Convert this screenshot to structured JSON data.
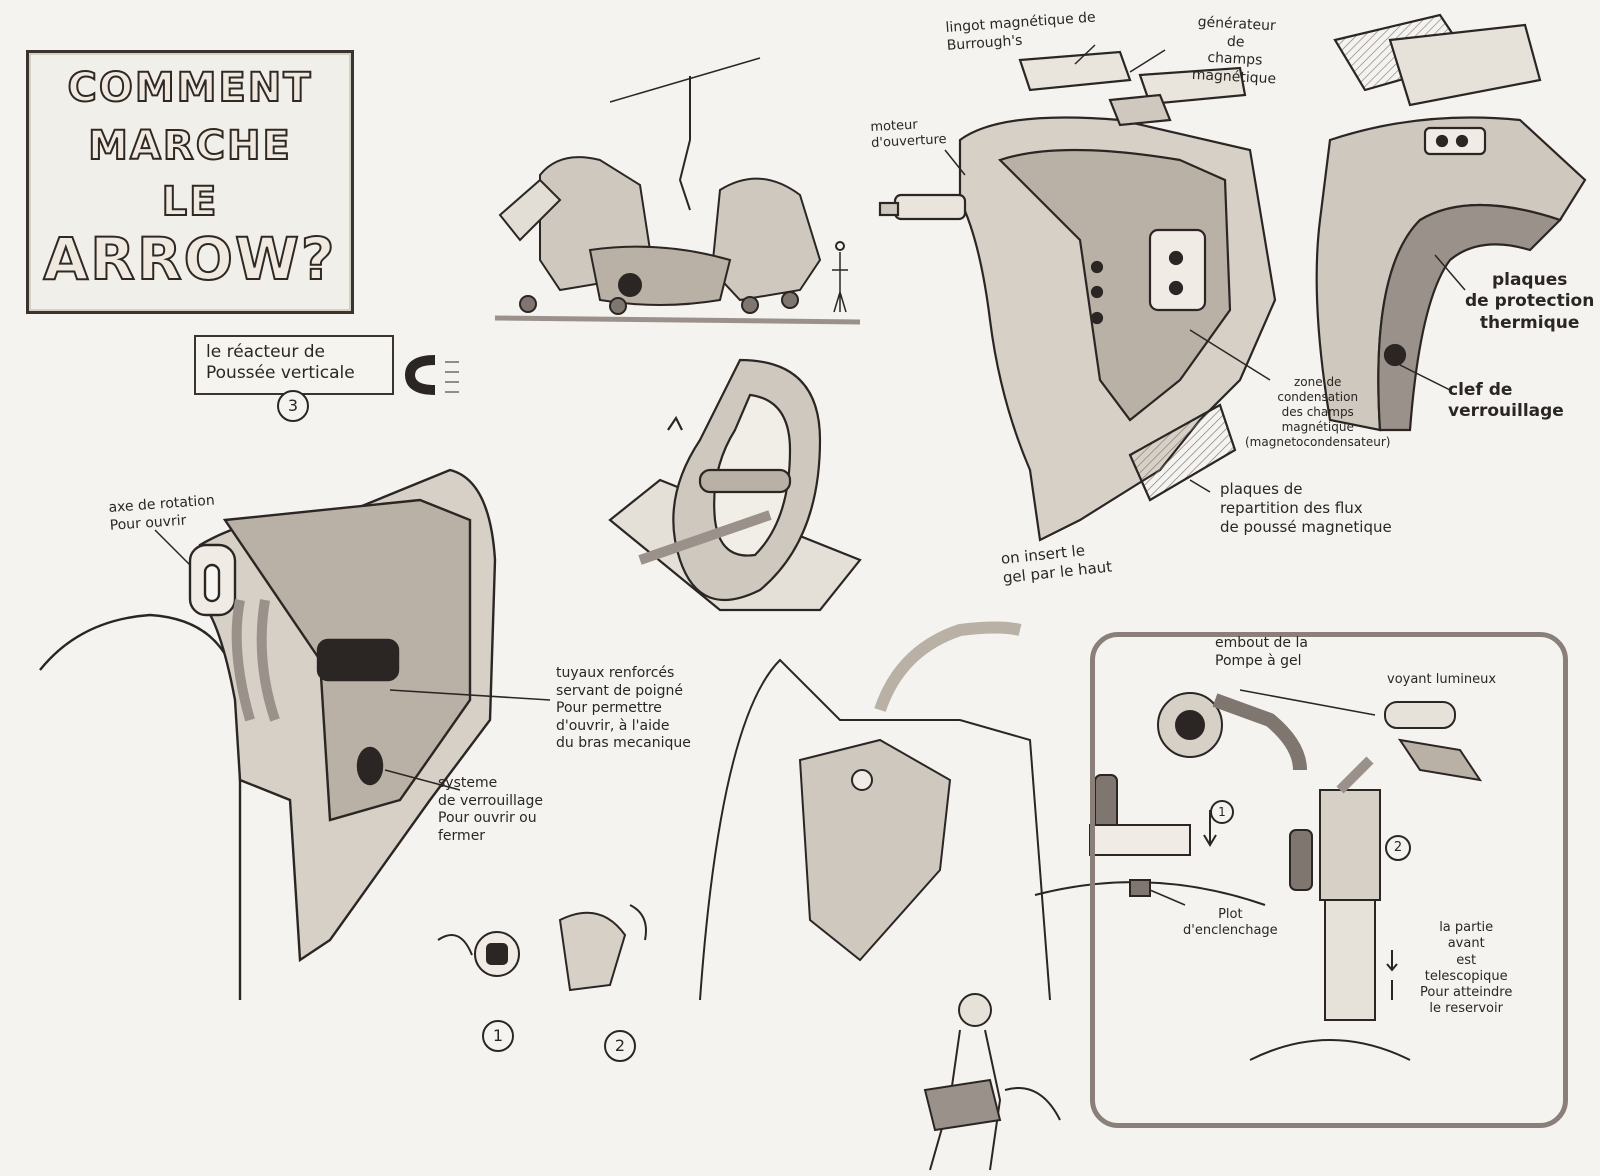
{
  "title": {
    "lines": [
      "COMMENT",
      "MARCHE",
      "LE",
      "ARROW?"
    ]
  },
  "subtitle": {
    "text": "le réacteur de\nPoussée verticale",
    "number": "3"
  },
  "annotations": {
    "lingot": "lingot magnétique de\nBurrough's",
    "generateur": "générateur\nde\nchamps\nmagnétique",
    "moteur": "moteur\nd'ouverture",
    "plaques_protection": "plaques\nde protection\nthermique",
    "clef": "clef de\nverrouillage",
    "zone": "zone de\ncondensation\ndes champs\nmagnétique\n(magnetocondensateur)",
    "plaques_repartition": "plaques de\nrepartition des flux\nde poussé magnetique",
    "gel": "on insert le\ngel par le haut",
    "axe": "axe de rotation\nPour ouvrir",
    "tuyaux": "tuyaux renforcés\nservant de poigné\nPour permettre\nd'ouvrir, à l'aide\ndu bras mecanique",
    "systeme": "systeme\nde verrouillage\nPour ouvrir ou\nfermer",
    "embout": "embout de la\nPompe à gel",
    "voyant": "voyant lumineux",
    "plot": "Plot\nd'enclenchage",
    "partie": "la partie\navant\nest\ntelescopique\nPour atteindre\nle reservoir"
  },
  "step_numbers": {
    "lock_1": "1",
    "lock_2": "2",
    "pump_1": "1",
    "pump_2": "2"
  },
  "palette": {
    "ink": "#2b2624",
    "wash": "#b9b0a6",
    "wash_dark": "#7f766f",
    "paper": "#f4f3ef"
  }
}
